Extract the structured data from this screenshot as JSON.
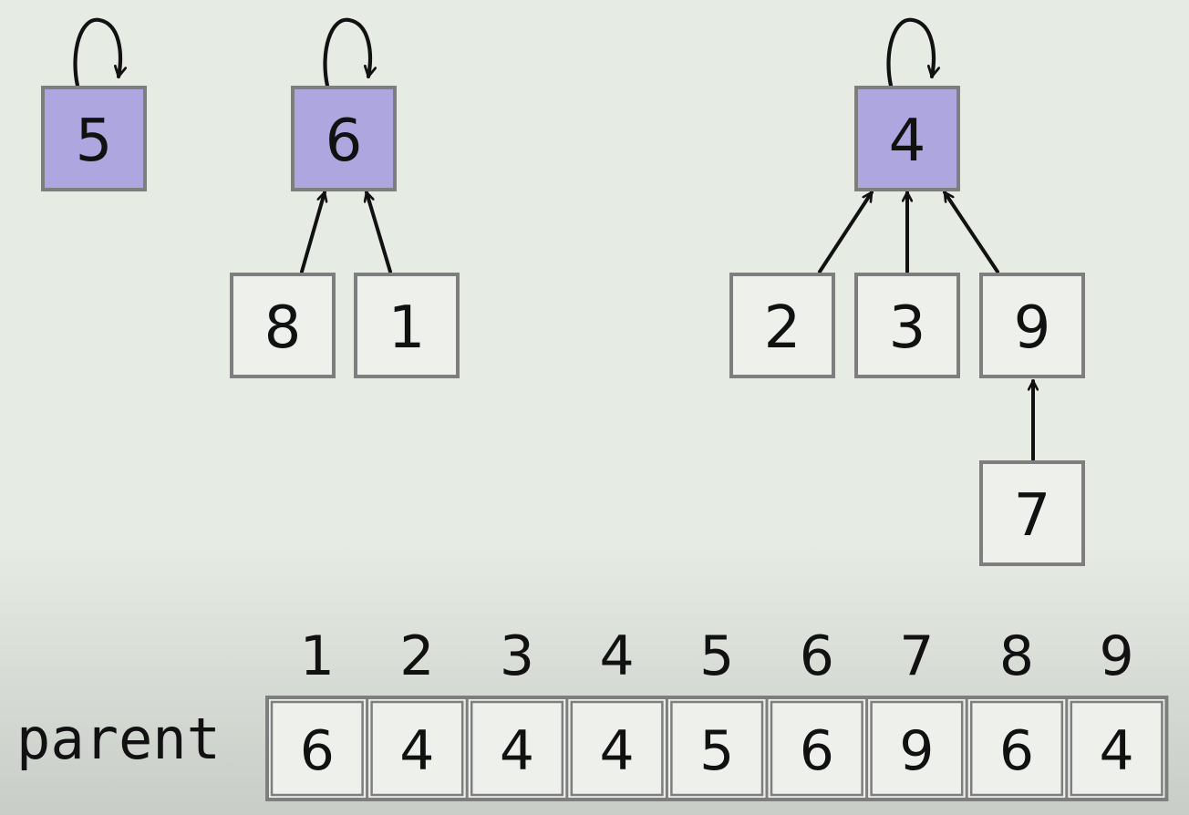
{
  "colors": {
    "background": "#e6ebe4",
    "root_fill": "#aea6de",
    "node_fill": "#eef0ec",
    "box_stroke": "#7e7e7e",
    "arrow": "#111111"
  },
  "nodes": [
    {
      "id": "5",
      "label": "5",
      "root": true
    },
    {
      "id": "6",
      "label": "6",
      "root": true
    },
    {
      "id": "4",
      "label": "4",
      "root": true
    },
    {
      "id": "8",
      "label": "8",
      "root": false
    },
    {
      "id": "1",
      "label": "1",
      "root": false
    },
    {
      "id": "2",
      "label": "2",
      "root": false
    },
    {
      "id": "3",
      "label": "3",
      "root": false
    },
    {
      "id": "9",
      "label": "9",
      "root": false
    },
    {
      "id": "7",
      "label": "7",
      "root": false
    }
  ],
  "edges": [
    {
      "from": "8",
      "to": "6"
    },
    {
      "from": "1",
      "to": "6"
    },
    {
      "from": "2",
      "to": "4"
    },
    {
      "from": "3",
      "to": "4"
    },
    {
      "from": "9",
      "to": "4"
    },
    {
      "from": "7",
      "to": "9"
    }
  ],
  "self_loops": [
    "5",
    "6",
    "4"
  ],
  "array": {
    "label": "parent",
    "indices": [
      "1",
      "2",
      "3",
      "4",
      "5",
      "6",
      "7",
      "8",
      "9"
    ],
    "values": [
      "6",
      "4",
      "4",
      "4",
      "5",
      "6",
      "9",
      "6",
      "4"
    ]
  }
}
